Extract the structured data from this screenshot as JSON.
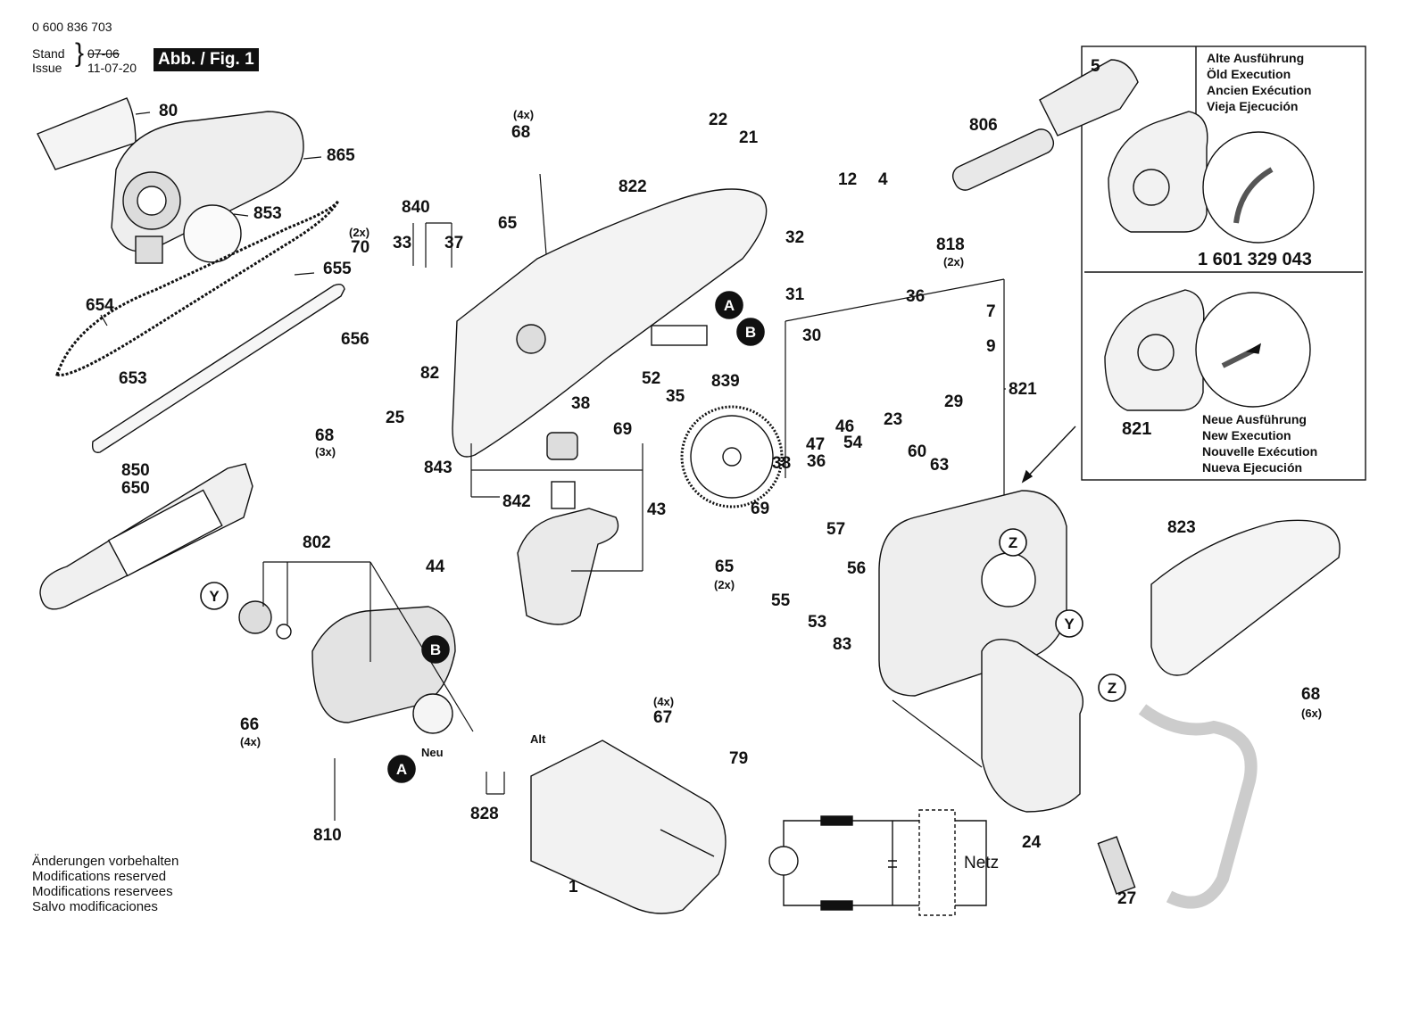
{
  "header": {
    "doc_number": "0 600 836 703",
    "stand_label": "Stand",
    "issue_label": "Issue",
    "stand_date_old": "07-06",
    "issue_date": "11-07-20",
    "figure_label": "Abb. / Fig. 1"
  },
  "footer_notes": [
    "Änderungen vorbehalten",
    "Modifications reserved",
    "Modifications reservees",
    "Salvo modificaciones"
  ],
  "inset_old": {
    "lines": [
      "Alte Ausführung",
      "Öld Execution",
      "Ancien Exécution",
      "Vieja Ejecución"
    ],
    "part_number": "1 601 329 043"
  },
  "inset_new": {
    "part_number": "821",
    "lines": [
      "Neue Ausführung",
      "New Execution",
      "Nouvelle Exécution",
      "Nueva Ejecución"
    ]
  },
  "callouts": [
    "80",
    "865",
    "853",
    "654",
    "655",
    "653",
    "656",
    "70",
    "(2x)",
    "840",
    "33",
    "37",
    "82",
    "25",
    "68",
    "(3x)",
    "(4x)",
    "68",
    "65",
    "822",
    "22",
    "21",
    "12",
    "4",
    "806",
    "5",
    "818",
    "(2x)",
    "32",
    "31",
    "36",
    "7",
    "30",
    "9",
    "821",
    "29",
    "23",
    "46",
    "47",
    "36",
    "54",
    "38",
    "52",
    "35",
    "839",
    "38",
    "69",
    "69",
    "60",
    "63",
    "57",
    "56",
    "55",
    "53",
    "83",
    "65",
    "(2x)",
    "843",
    "842",
    "43",
    "44",
    "850",
    "650",
    "802",
    "66",
    "(4x)",
    "810",
    "828",
    "Neu",
    "Alt",
    "67",
    "(4x)",
    "79",
    "1",
    "823",
    "68",
    "(6x)",
    "24",
    "27"
  ],
  "circle_markers": [
    "A",
    "B",
    "A",
    "B",
    "Y",
    "Y",
    "Z",
    "Z"
  ],
  "schematic": {
    "mains_label": "Netz"
  },
  "icons": [
    "plug-icon",
    "chain-icon",
    "motor-icon",
    "gear-icon",
    "bar-icon",
    "handle-icon",
    "housing-icon"
  ]
}
